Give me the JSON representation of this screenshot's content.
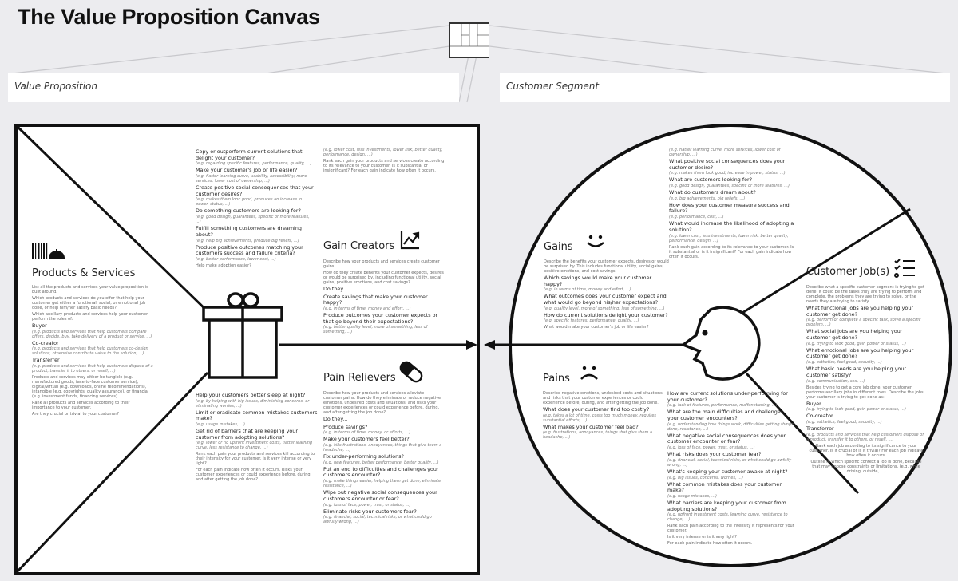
{
  "title": "The Value Proposition Canvas",
  "value_proposition_label": "Value Proposition",
  "customer_segment_label": "Customer Segment",
  "products_services": {
    "title": "Products & Services",
    "items": [
      {
        "p": "List all the products and services your value proposition is built around."
      },
      {
        "p": "Which products and services do you offer that help your customer get either a functional, social, or emotional job done, or help him/her satisfy basic needs?"
      },
      {
        "p": "Which ancillary products and services help your customer perform the roles of:"
      },
      {
        "q": "Buyer",
        "e": "(e.g. products and services that help customers compare offers, decide, buy, take delivery of a product or service, ...)"
      },
      {
        "q": "Co-creator",
        "e": "(e.g. products and services that help customers co-design solutions, otherwise contribute value to the solution, ...)"
      },
      {
        "q": "Transferrer",
        "e": "(e.g. products and services that help customers dispose of a product, transfer it to others, or resell, ...)"
      },
      {
        "p": "Products and services may either be tangible (e.g. manufactured goods, face-to-face customer service), digital/virtual (e.g. downloads, online recommendations), intangible (e.g. copyrights, quality assurance), or financial (e.g. investment funds, financing services)."
      },
      {
        "p": "Rank all products and services according to their importance to your customer."
      },
      {
        "p": "Are they crucial or trivial to your customer?"
      }
    ]
  },
  "gain_creators": {
    "title": "Gain Creators",
    "col1": [
      {
        "q": "Copy or outperform current solutions that delight your customer?",
        "e": "(e.g. regarding specific features, performance, quality, ...)"
      },
      {
        "q": "Make your customer's job or life easier?",
        "e": "(e.g. flatter learning curve, usability, accessibility, more services, lower cost of ownership, ...)"
      },
      {
        "q": "Create positive social consequences that your customer desires?",
        "e": "(e.g. makes them look good, produces an increase in power, status, ...)"
      },
      {
        "q": "Do something customers are looking for?",
        "e": "(e.g. good design, guarantees, specific or more features, ...)"
      },
      {
        "q": "Fulfill something customers are dreaming about?",
        "e": "(e.g. help big achievements, produce big reliefs, ...)"
      },
      {
        "q": "Produce positive outcomes matching your customers success and failure criteria?",
        "e": "(e.g. better performance, lower cost, ...)"
      },
      {
        "p": "Help make adoption easier?"
      }
    ],
    "col2": [
      {
        "e": "(e.g. lower cost, less investments, lower risk, better quality, performance, design, ...)"
      },
      {
        "p": "Rank each gain your products and services create according to its relevance to your customer. Is it substantial or insignificant? For each gain indicate how often it occurs."
      }
    ],
    "col3": [
      {
        "p": "Describe how your products and services create customer gains."
      },
      {
        "p": "How do they create benefits your customer expects, desires or would be surprised by, including functional utility, social gains, positive emotions, and cost savings?"
      },
      {
        "q": "Do they..."
      },
      {
        "q": "Create savings that make your customer happy?",
        "e": "(e.g. in terms of time, money and effort, ...)"
      },
      {
        "q": "Produce outcomes your customer expects or that go beyond their expectations?",
        "e": "(e.g. better quality level, more of something, less of something, ...)"
      }
    ]
  },
  "pain_relievers": {
    "title": "Pain Relievers",
    "col1": [
      {
        "q": "Help your customers better sleep at night?",
        "e": "(e.g. by helping with big issues, diminishing concerns, or eliminating worries, ...)"
      },
      {
        "q": "Limit or eradicate common mistakes customers make?",
        "e": "(e.g. usage mistakes, ...)"
      },
      {
        "q": "Get rid of barriers that are keeping your customer from adopting solutions?",
        "e": "(e.g. lower or no upfront investment costs, flatter learning curve, less resistance to change, ...)"
      },
      {
        "p": "Rank each pain your products and services kill according to their intensity for your customer. Is it very intense or very light?"
      },
      {
        "p": "For each pain indicate how often it occurs. Risks your customer experiences or could experience before, during, and after getting the job done?"
      }
    ],
    "col2": [
      {
        "p": "Describe how your products and services alleviate customer pains. How do they eliminate or reduce negative emotions, undesired costs and situations, and risks your customer experiences or could experience before, during, and after getting the job done?"
      },
      {
        "q": "Do they..."
      },
      {
        "q": "Produce savings?",
        "e": "(e.g. in terms of time, money, or efforts, ...)"
      },
      {
        "q": "Make your customers feel better?",
        "e": "(e.g. kills frustrations, annoyances, things that give them a headache, ...)"
      },
      {
        "q": "Fix under-performing solutions?",
        "e": "(e.g. new features, better performance, better quality, ...)"
      },
      {
        "q": "Put an end to difficulties and challenges your customers encounter?",
        "e": "(e.g. make things easier, helping them get done, eliminate resistance, ...)"
      },
      {
        "q": "Wipe out negative social consequences your customers encounter or fear?",
        "e": "(e.g. loss of face, power, trust, or status, ...)"
      },
      {
        "q": "Eliminate risks your customers fear?",
        "e": "(e.g. financial, social, technical risks, or what could go awfully wrong, ...)"
      }
    ]
  },
  "gains": {
    "title": "Gains",
    "col1": [
      {
        "p": "Describe the benefits your customer expects, desires or would be surprised by. This includes functional utility, social gains, positive emotions, and cost savings."
      },
      {
        "q": "Which savings would make your customer happy?",
        "e": "(e.g. in terms of time, money and effort, ...)"
      },
      {
        "q": "What outcomes does your customer expect and what would go beyond his/her expectations?",
        "e": "(e.g. quality level, more of something, less of something, ...)"
      },
      {
        "q": "How do current solutions delight your customer?",
        "e": "(e.g. specific features, performance, quality, ...)"
      },
      {
        "p": "What would make your customer's job or life easier?"
      }
    ],
    "col2": [
      {
        "e": "(e.g. flatter learning curve, more services, lower cost of ownership, ...)"
      },
      {
        "q": "What positive social consequences does your customer desire?",
        "e": "(e.g. makes them look good, increase in power, status, ...)"
      },
      {
        "q": "What are customers looking for?",
        "e": "(e.g. good design, guarantees, specific or more features, ...)"
      },
      {
        "q": "What do customers dream about?",
        "e": "(e.g. big achievements, big reliefs, ...)"
      },
      {
        "q": "How does your customer measure success and failure?",
        "e": "(e.g. performance, cost, ...)"
      },
      {
        "q": "What would increase the likelihood of adopting a solution?",
        "e": "(e.g. lower cost, less investments, lower risk, better quality, performance, design, ...)"
      },
      {
        "p": "Rank each gain according to its relevance to your customer. Is it substantial or is it insignificant? For each gain indicate how often it occurs."
      }
    ]
  },
  "pains": {
    "title": "Pains",
    "col1": [
      {
        "p": "Describe negative emotions, undesired costs and situations, and risks that your customer experiences or could experience before, during, and after getting the job done."
      },
      {
        "q": "What does your customer find too costly?",
        "e": "(e.g. takes a lot of time, costs too much money, requires substantial efforts, ...)"
      },
      {
        "q": "What makes your customer feel bad?",
        "e": "(e.g. frustrations, annoyances, things that give them a headache, ...)"
      }
    ],
    "col2": [
      {
        "q": "How are current solutions under-performing for your customer?",
        "e": "(e.g. lack of features, performance, malfunctioning, ...)"
      },
      {
        "q": "What are the main difficulties and challenges your customer encounters?",
        "e": "(e.g. understanding how things work, difficulties getting things done, resistance, ...)"
      },
      {
        "q": "What negative social consequences does your customer encounter or fear?",
        "e": "(e.g. loss of face, power, trust, or status, ...)"
      },
      {
        "q": "What risks does your customer fear?",
        "e": "(e.g. financial, social, technical risks, or what could go awfully wrong, ...)"
      },
      {
        "q": "What's keeping your customer awake at night?",
        "e": "(e.g. big issues, concerns, worries, ...)"
      },
      {
        "q": "What common mistakes does your customer make?",
        "e": "(e.g. usage mistakes, ...)"
      },
      {
        "q": "What barriers are keeping your customer from adopting solutions?",
        "e": "(e.g. upfront investment costs, learning curve, resistance to change, ...)"
      },
      {
        "p": "Rank each pain according to the intensity it represents for your customer."
      },
      {
        "p": "Is it very intense or is it very light?"
      },
      {
        "p": "For each pain indicate how often it occurs."
      }
    ]
  },
  "customer_jobs": {
    "title": "Customer Job(s)",
    "items": [
      {
        "p": "Describe what a specific customer segment is trying to get done. It could be the tasks they are trying to perform and complete, the problems they are trying to solve, or the needs they are trying to satisfy."
      },
      {
        "q": "What functional jobs are you helping your customer get done?",
        "e": "(e.g. perform or complete a specific task, solve a specific problem, ...)"
      },
      {
        "q": "What social jobs are you helping your customer get done?",
        "e": "(e.g. trying to look good, gain power or status, ...)"
      },
      {
        "q": "What emotional jobs are you helping your customer get done?",
        "e": "(e.g. esthetics, feel good, security, ...)"
      },
      {
        "q": "What basic needs are you helping your customer satisfy?",
        "e": "(e.g. communication, sex, ...)"
      },
      {
        "p": "Besides trying to get a core job done, your customer performs ancillary jobs in different roles. Describe the jobs your customer is trying to get done as:"
      },
      {
        "q": "Buyer",
        "e": "(e.g. trying to look good, gain power or status, ...)"
      },
      {
        "q": "Co-creator",
        "e": "(e.g. esthetics, feel good, security, ...)"
      },
      {
        "q": "Transferrer",
        "e": "(e.g. products and services that help customers dispose of a product, transfer it to others, or resell, ...)"
      },
      {
        "c": "Rank each job according to its significance to your customer. Is it crucial or is it trivial? For each job indicate how often it occurs."
      },
      {
        "c": "Outline in which specific context a job is done, because that may impose constraints or limitations. (e.g. while driving, outside, ...)"
      }
    ]
  },
  "icons": {
    "products": "barcode-bell-icon",
    "gain_creators": "rising-chart-icon",
    "pain_relievers": "pill-icon",
    "value_map": "gift-icon",
    "gains": "smiley-icon",
    "pains": "frown-icon",
    "jobs": "checklist-icon",
    "customer": "face-profile-icon"
  },
  "colors": {
    "background": "#ececef",
    "lines": "#111111",
    "guide_lines": "#c8c8cc"
  }
}
